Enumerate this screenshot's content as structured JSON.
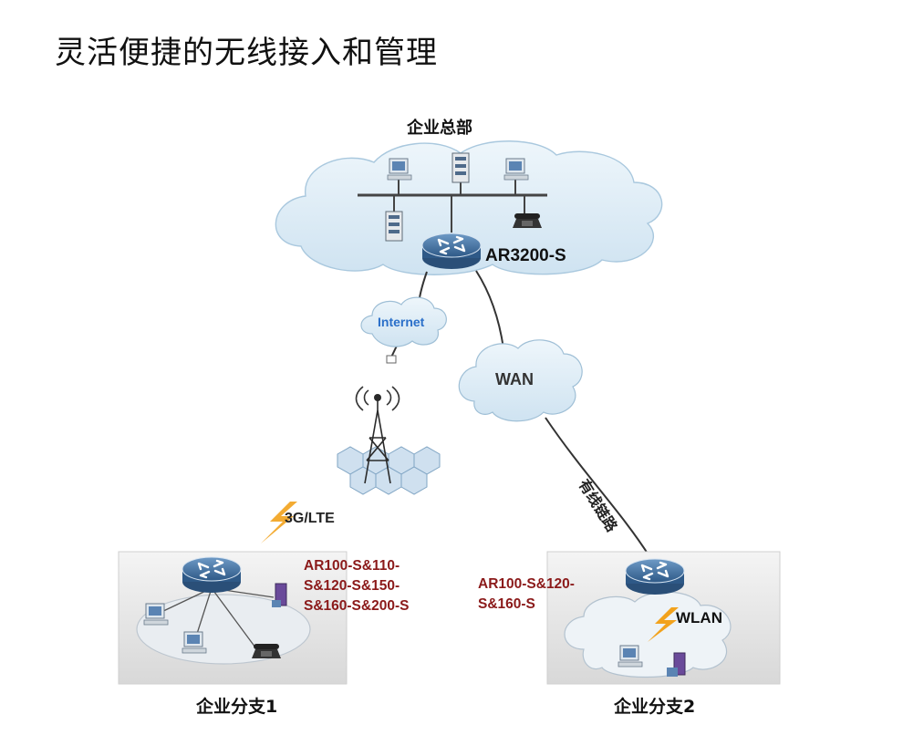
{
  "title": "灵活便捷的无线接入和管理",
  "headquarters": {
    "label": "企业总部",
    "router_model": "AR3200-S"
  },
  "internet": {
    "label": "Internet"
  },
  "wan": {
    "label": "WAN"
  },
  "wired_link": {
    "label": "有线链路"
  },
  "mobile": {
    "label": "3G/LTE"
  },
  "branch1": {
    "label": "企业分支1",
    "models": [
      "AR100-S&110-",
      "S&120-S&150-",
      "S&160-S&200-S"
    ]
  },
  "branch2": {
    "label": "企业分支2",
    "models": [
      "AR100-S&120-",
      "S&160-S"
    ],
    "wlan_label": "WLAN"
  },
  "colors": {
    "model_text": "#8b1a1a",
    "internet_text": "#2a6fc9",
    "cloud": "#dcebf5",
    "router": "#3d6a9a",
    "bolt": "#f2a21c"
  }
}
